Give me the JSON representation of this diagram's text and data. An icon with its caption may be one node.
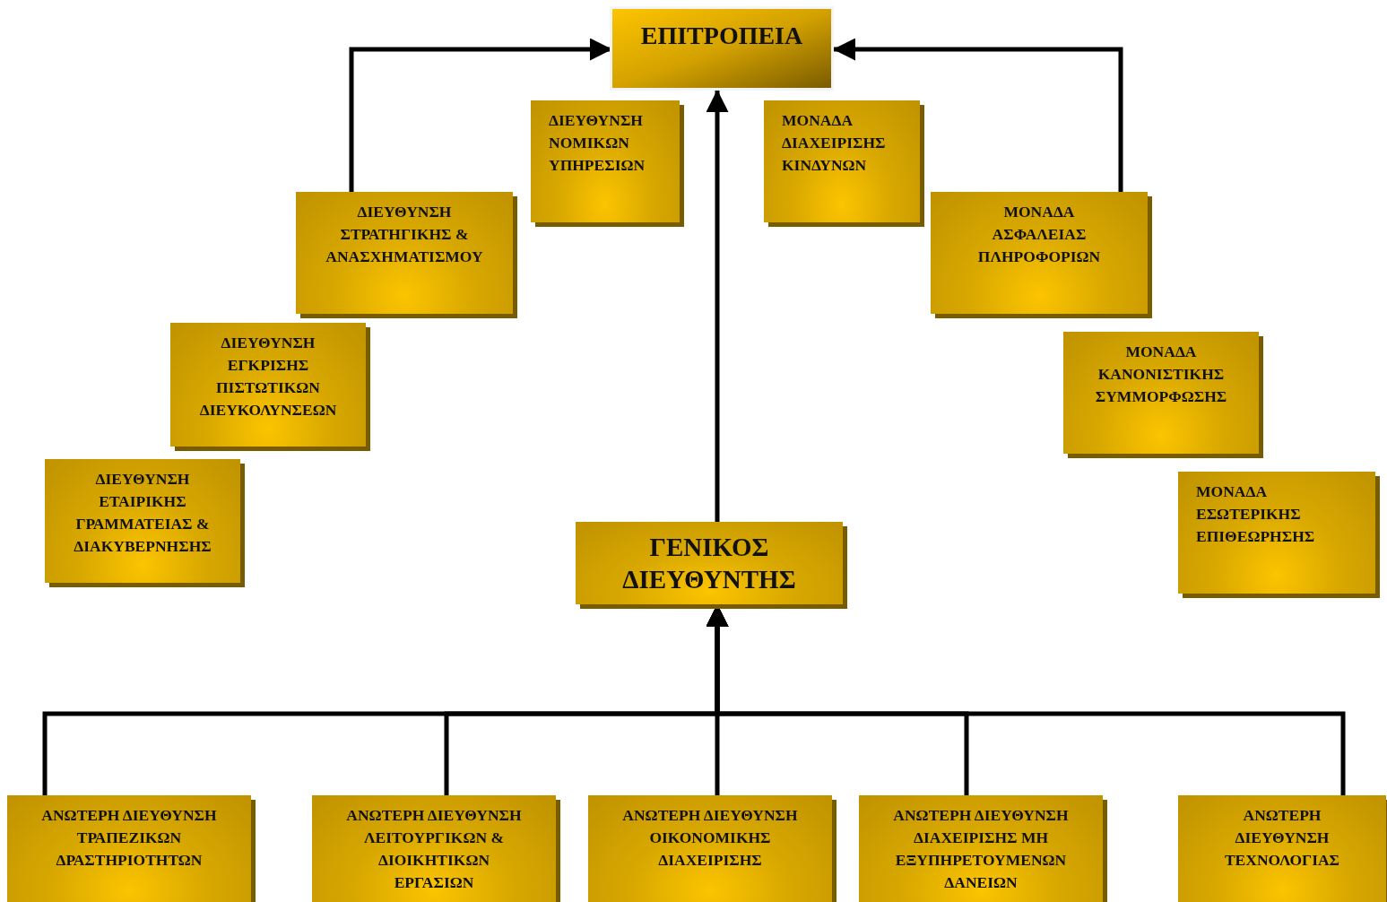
{
  "diagram": {
    "nodes": [
      {
        "text": [
          "ΕΠΙΤΡΟΠΕΙΑ"
        ]
      },
      {
        "text": [
          "ΔΙΕΥΘΥΝΣΗ ΝΟΜΙΚΩΝ ΥΠΗΡΕΣΙΩΝ"
        ]
      },
      {
        "text": [
          "ΜΟΝΑΔΑ ΔΙΑΧΕΙΡΙΣΗΣ ΚΙΝΔΥΝΩΝ"
        ]
      },
      {
        "text": [
          "ΔΙΕΥΘΥΝΣΗ ΣΤΡΑΤΗΓΙΚΗΣ & ΑΝΑΣΧΗΜΑΤΙΣΜΟΥ"
        ]
      },
      {
        "text": [
          "ΜΟΝΑΔΑ ΑΣΦΑΛΕΙΑΣ ΠΛΗΡΟΦΟΡΙΩΝ"
        ]
      },
      {
        "text": [
          "ΔΙΕΥΘΥΝΣΗ ΕΓΚΡΙΣΗΣ ΠΙΣΤΩΤΙΚΩΝ ΔΙΕΥΚΟΛΥΝΣΕΩΝ"
        ]
      },
      {
        "text": [
          "ΜΟΝΑΔΑ ΚΑΝΟΝΙΣΤΙΚΗΣ ΣΥΜΜΟΡΦΩΣΗΣ"
        ]
      },
      {
        "text": [
          "ΔΙΕΥΘΥΝΣΗ ΕΤΑΙΡΙΚΗΣ ΓΡΑΜΜΑΤΕΙΑΣ & ΔΙΑΚΥΒΕΡΝΗΣΗΣ"
        ]
      },
      {
        "text": [
          "ΜΟΝΑΔΑ ΕΣΩΤΕΡΙΚΗΣ ΕΠΙΘΕΩΡΗΣΗΣ"
        ]
      },
      {
        "text": [
          "ΓΕΝΙΚΟΣ ΔΙΕΥΘΥΝΤΗΣ"
        ]
      },
      {
        "text": [
          "ΑΝΩΤΕΡΗ ΔΙΕΥΘΥΝΣΗ ΤΡΑΠΕΖΙΚΩΝ ΔΡΑΣΤΗΡΙΟΤΗΤΩΝ"
        ]
      },
      {
        "text": [
          "ΑΝΩΤΕΡΗ ΔΙΕΥΘΥΝΣΗ ΛΕΙΤΟΥΡΓΙΚΩΝ & ΔΙΟΙΚΗΤΙΚΩΝ ΕΡΓΑΣΙΩΝ"
        ]
      },
      {
        "text": [
          "ΑΝΩΤΕΡΗ ΔΙΕΥΘΥΝΣΗ ΟΙΚΟΝΟΜΙΚΗΣ ΔΙΑΧΕΙΡΙΣΗΣ"
        ]
      },
      {
        "text": [
          "ΑΝΩΤΕΡΗ ΔΙΕΥΘΥΝΣΗ ΔΙΑΧΕΙΡΙΣΗΣ ΜΗ ΕΞΥΠΗΡΕΤΟΥΜΕΝΩΝ ΔΑΝΕΙΩΝ"
        ]
      },
      {
        "text": [
          "ΑΝΩΤΕΡΗ ΔΙΕΥΘΥΝΣΗ ΤΕΧΝΟΛΟΓΙΑΣ"
        ]
      }
    ],
    "edges": [
      {
        "from": 3,
        "to": 0,
        "arrow": "to"
      },
      {
        "from": 4,
        "to": 0,
        "arrow": "to"
      },
      {
        "from": 9,
        "to": 0,
        "arrow": "to"
      },
      {
        "from": 10,
        "to": 9,
        "arrow": "to"
      },
      {
        "from": 11,
        "to": 9,
        "arrow": "to"
      },
      {
        "from": 12,
        "to": 9,
        "arrow": "to"
      },
      {
        "from": 13,
        "to": 9,
        "arrow": "to"
      },
      {
        "from": 14,
        "to": 9,
        "arrow": "to"
      }
    ]
  }
}
